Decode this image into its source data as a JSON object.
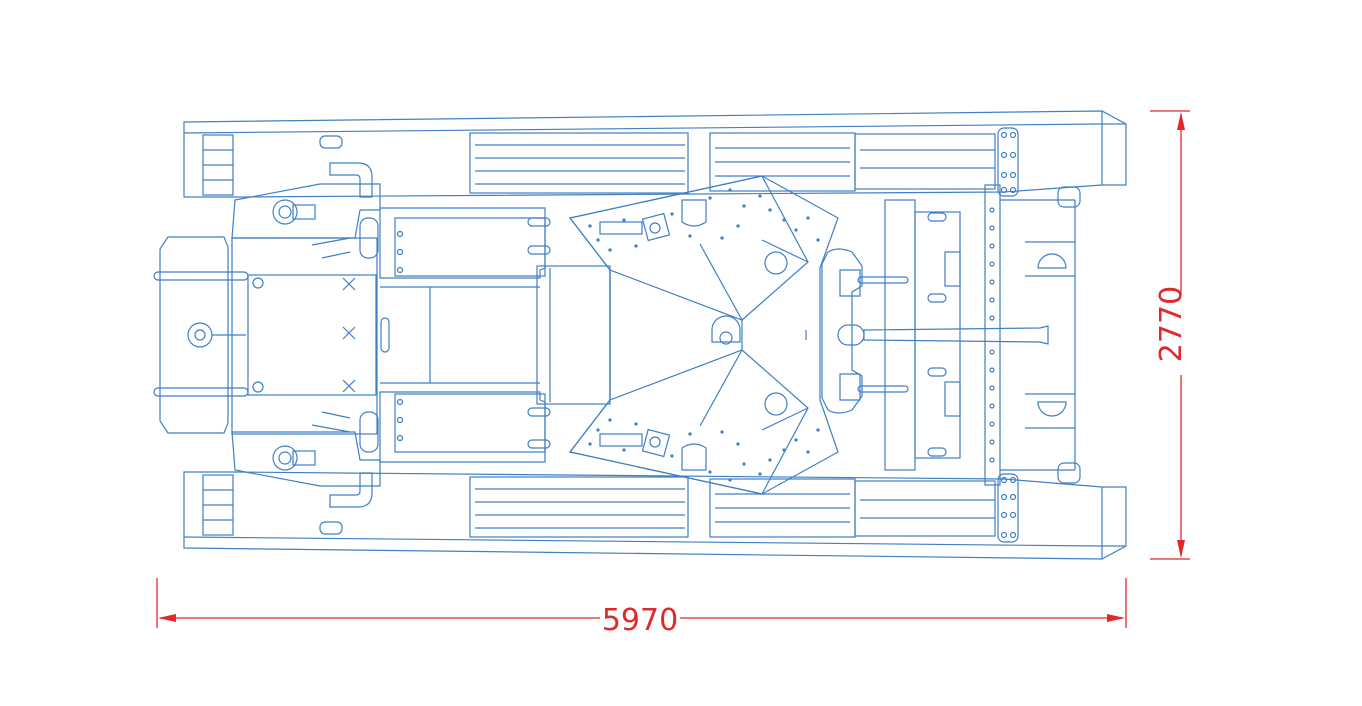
{
  "drawing": {
    "subject": "tank-hull-top-view-blueprint",
    "line_color": "#3f7fc4",
    "dimension_color": "#e0292b",
    "background": "#ffffff"
  },
  "dimensions": {
    "length": "5970",
    "width": "2770"
  }
}
